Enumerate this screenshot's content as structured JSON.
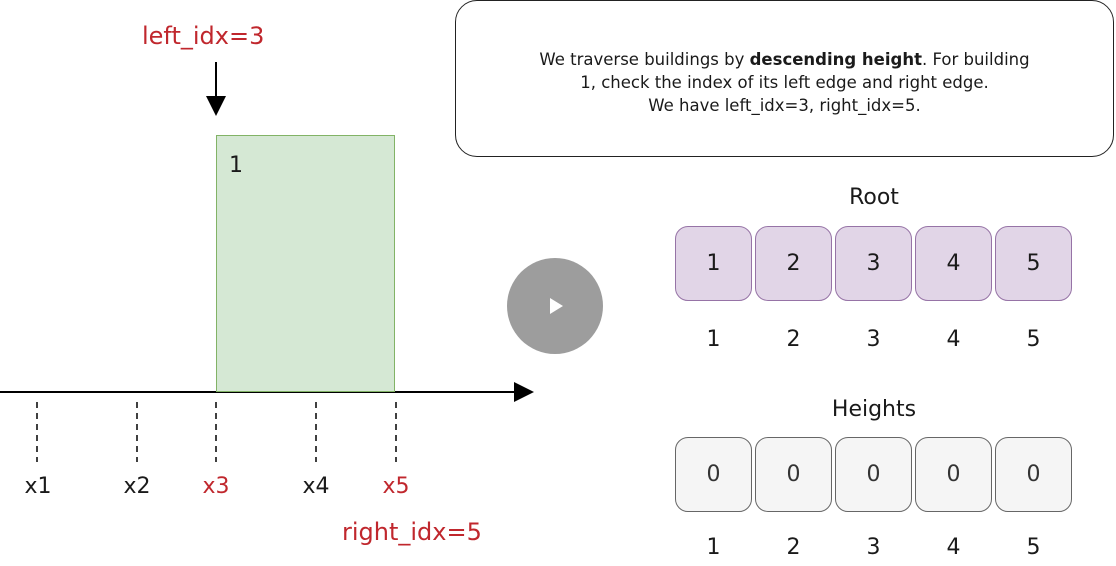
{
  "labels": {
    "left_idx": "left_idx=3",
    "right_idx": "right_idx=5",
    "building": "1"
  },
  "x_labels": [
    "x1",
    "x2",
    "x3",
    "x4",
    "x5"
  ],
  "note": {
    "pre": "We traverse buildings by ",
    "bold": "descending height",
    "line1_post": ". For building",
    "line2": "1, check the index of its left edge and right edge.",
    "line3": "We have left_idx=3, right_idx=5."
  },
  "root": {
    "title": "Root",
    "values": [
      "1",
      "2",
      "3",
      "4",
      "5"
    ],
    "indices": [
      "1",
      "2",
      "3",
      "4",
      "5"
    ]
  },
  "heights": {
    "title": "Heights",
    "values": [
      "0",
      "0",
      "0",
      "0",
      "0"
    ],
    "indices": [
      "1",
      "2",
      "3",
      "4",
      "5"
    ]
  },
  "colors": {
    "highlight_red": "#c0272d",
    "building_fill": "#d5e8d4",
    "building_stroke": "#82b366",
    "root_fill": "#e1d5e7",
    "root_stroke": "#9673a6",
    "heights_fill": "#f5f5f5",
    "heights_stroke": "#666666"
  },
  "icons": {
    "play": "play-icon"
  }
}
